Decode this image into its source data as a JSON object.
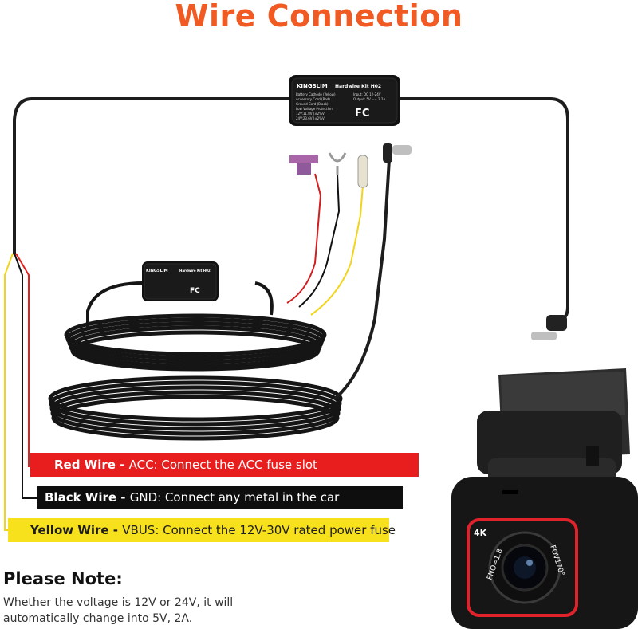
{
  "header": {
    "title": "Wire Connection",
    "title_color": "#f15a22"
  },
  "kit_box_large": {
    "brand": "KINGSLIM",
    "model": "Hardwire Kit H02",
    "spec_lines": [
      "Battery Cathode (Yellow)",
      "Accessory Cord (Red)",
      "Ground Cord (Black)",
      "Low Voltage Protection",
      "12V:11.8V (±2%V)",
      "24V:23.6V (±2%V)"
    ],
    "io_lines": [
      "Input:   DC 12-24V",
      "Output:  5V == 2.2A"
    ],
    "cert": "FC"
  },
  "kit_box_small": {
    "brand": "KINGSLIM",
    "model": "Hardwire Kit H02",
    "cert": "FC"
  },
  "camera": {
    "badge": "4K",
    "lens_left": "FNO=1.8",
    "lens_right": "FOV170°"
  },
  "wire_labels": [
    {
      "name": "Red Wire - ",
      "desc": "ACC: Connect the ACC fuse slot",
      "color": "#e81e1e"
    },
    {
      "name": "Black Wire - ",
      "desc": "GND: Connect any metal in the car",
      "color": "#0e0e0e"
    },
    {
      "name": "Yellow Wire - ",
      "desc": "VBUS: Connect the 12V-30V rated power fuse",
      "color": "#f7e11c"
    }
  ],
  "note": {
    "title": "Please Note:",
    "text": "Whether the voltage is 12V or 24V, it will automatically change into 5V, 2A."
  }
}
